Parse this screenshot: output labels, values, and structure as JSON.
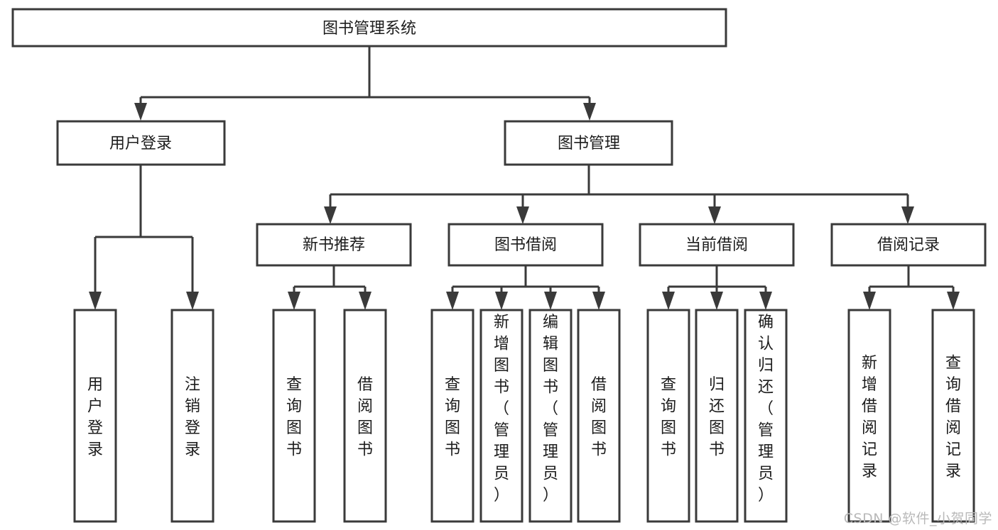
{
  "diagram": {
    "type": "tree",
    "title": "图书管理系统",
    "orientation": "top-down",
    "watermark": "CSDN @软件_小贺同学",
    "colors": {
      "box_stroke": "#3a3a3a",
      "box_fill": "#ffffff",
      "connector": "#3a3a3a",
      "text": "#1c1c1c",
      "watermark": "#b9b9b9",
      "background": "#ffffff"
    },
    "nodes": {
      "root": {
        "label": "图书管理系统",
        "level": 0
      },
      "user_login": {
        "label": "用户登录",
        "level": 1
      },
      "book_manage": {
        "label": "图书管理",
        "level": 1
      },
      "new_book_rec": {
        "label": "新书推荐",
        "level": 2
      },
      "book_borrow": {
        "label": "图书借阅",
        "level": 2
      },
      "current_borrow": {
        "label": "当前借阅",
        "level": 2
      },
      "borrow_record": {
        "label": "借阅记录",
        "level": 2
      },
      "leaf_user_login": {
        "label": "用户登录",
        "level": 2
      },
      "leaf_logout": {
        "label": "注销登录",
        "level": 2
      },
      "leaf_query_book_1": {
        "label": "查询图书",
        "level": 3
      },
      "leaf_borrow_book_1": {
        "label": "借阅图书",
        "level": 3
      },
      "leaf_query_book_2": {
        "label": "查询图书",
        "level": 3
      },
      "leaf_add_book": {
        "label": "新增图书（管理员）",
        "level": 3
      },
      "leaf_edit_book": {
        "label": "编辑图书（管理员）",
        "level": 3
      },
      "leaf_borrow_book_2": {
        "label": "借阅图书",
        "level": 3
      },
      "leaf_query_book_3": {
        "label": "查询图书",
        "level": 3
      },
      "leaf_return_book": {
        "label": "归还图书",
        "level": 3
      },
      "leaf_confirm_return": {
        "label": "确认归还（管理员）",
        "level": 3
      },
      "leaf_add_record": {
        "label": "新增借阅记录",
        "level": 3
      },
      "leaf_query_record": {
        "label": "查询借阅记录",
        "level": 3
      }
    },
    "edges": [
      {
        "from": "root",
        "to": "user_login"
      },
      {
        "from": "root",
        "to": "book_manage"
      },
      {
        "from": "user_login",
        "to": "leaf_user_login"
      },
      {
        "from": "user_login",
        "to": "leaf_logout"
      },
      {
        "from": "book_manage",
        "to": "new_book_rec"
      },
      {
        "from": "book_manage",
        "to": "book_borrow"
      },
      {
        "from": "book_manage",
        "to": "current_borrow"
      },
      {
        "from": "book_manage",
        "to": "borrow_record"
      },
      {
        "from": "new_book_rec",
        "to": "leaf_query_book_1"
      },
      {
        "from": "new_book_rec",
        "to": "leaf_borrow_book_1"
      },
      {
        "from": "book_borrow",
        "to": "leaf_query_book_2"
      },
      {
        "from": "book_borrow",
        "to": "leaf_add_book"
      },
      {
        "from": "book_borrow",
        "to": "leaf_edit_book"
      },
      {
        "from": "book_borrow",
        "to": "leaf_borrow_book_2"
      },
      {
        "from": "current_borrow",
        "to": "leaf_query_book_3"
      },
      {
        "from": "current_borrow",
        "to": "leaf_return_book"
      },
      {
        "from": "current_borrow",
        "to": "leaf_confirm_return"
      },
      {
        "from": "borrow_record",
        "to": "leaf_add_record"
      },
      {
        "from": "borrow_record",
        "to": "leaf_query_record"
      }
    ]
  }
}
